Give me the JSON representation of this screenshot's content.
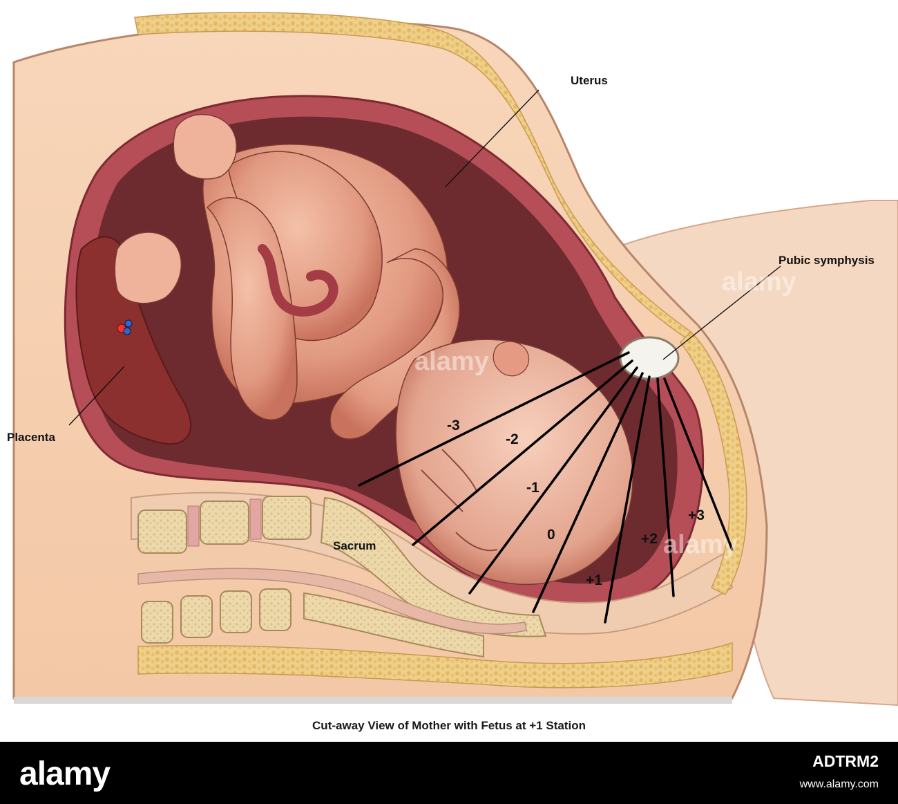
{
  "labels": {
    "uterus": "Uterus",
    "pubic_symphysis": "Pubic symphysis",
    "placenta": "Placenta",
    "sacrum": "Sacrum"
  },
  "stations": [
    "-3",
    "-2",
    "-1",
    "0",
    "+1",
    "+2",
    "+3"
  ],
  "caption": "Cut-away View of Mother with Fetus at +1 Station",
  "watermark": "alamy",
  "footer": {
    "brand": "alamy",
    "image_id": "ADTRM2",
    "site": "www.alamy.com"
  },
  "colors": {
    "skin": "#f6cfae",
    "uterus_wall": "#b9505a",
    "uterus_cavity": "#6e2a2e",
    "fetus": "#e6a08a",
    "bone": "#e9d3a5",
    "fat": "#edc77a",
    "placenta": "#8c2f2f",
    "footer_bg": "#000000"
  }
}
